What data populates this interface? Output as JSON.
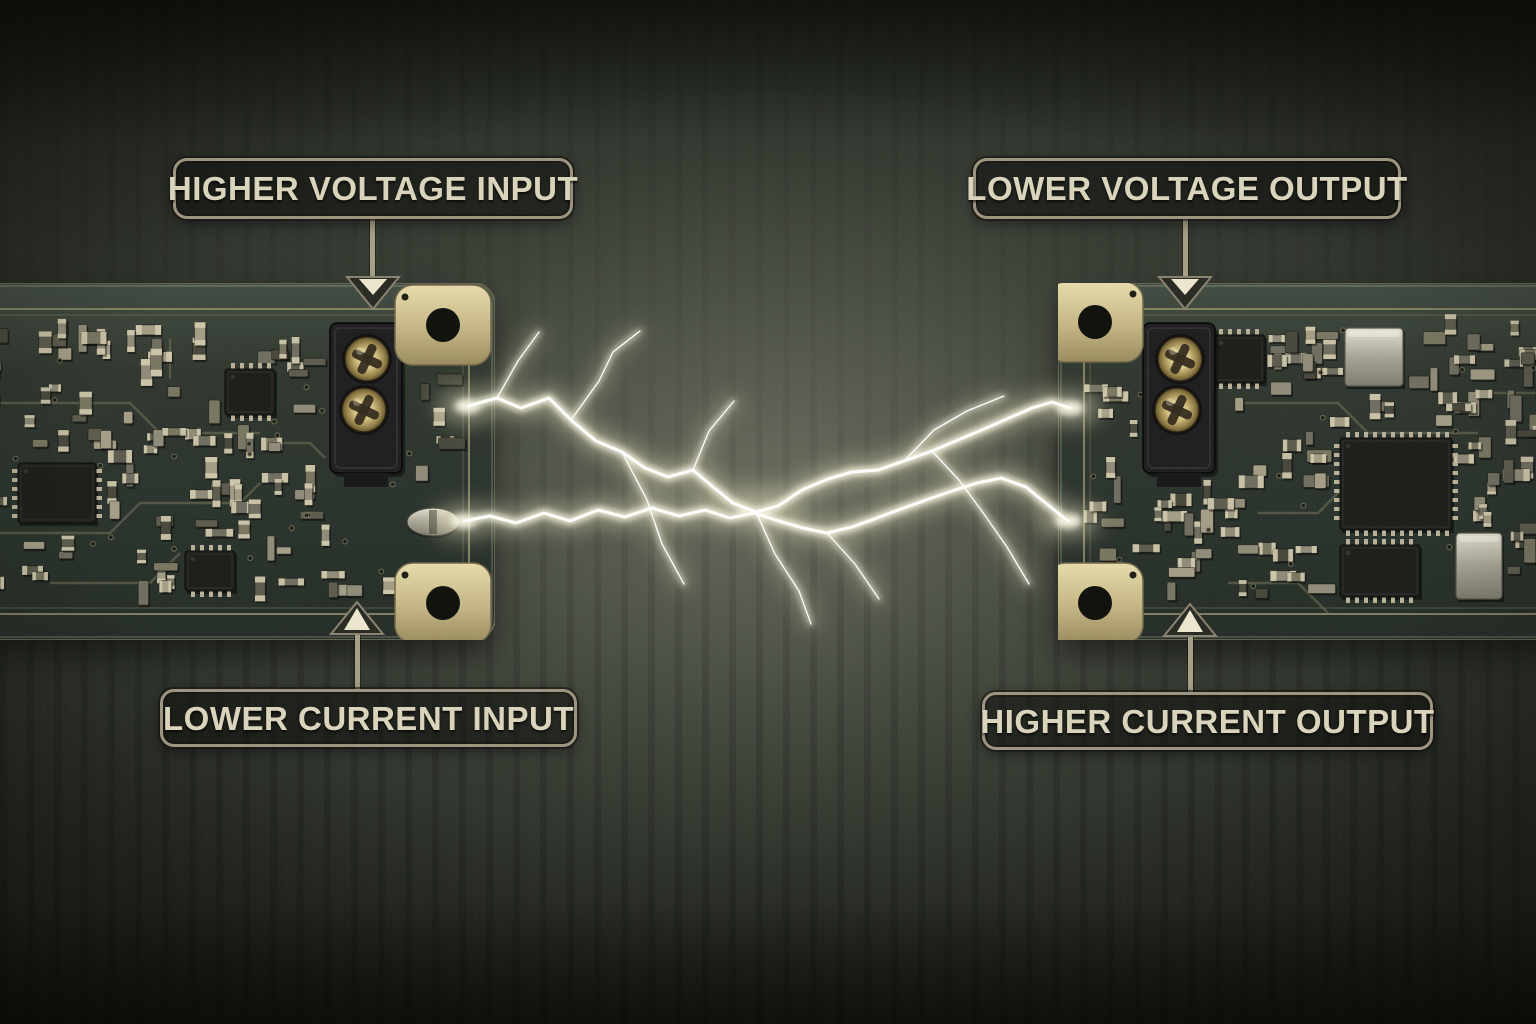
{
  "callouts": {
    "top_left": {
      "label": "HIGHER VOLTAGE INPUT",
      "arrow_icon": "arrow-down-icon"
    },
    "top_right": {
      "label": "LOWER VOLTAGE OUTPUT",
      "arrow_icon": "arrow-down-icon"
    },
    "bottom_left": {
      "label": "LOWER CURRENT INPUT",
      "arrow_icon": "arrow-up-icon"
    },
    "bottom_right": {
      "label": "HIGHER CURRENT OUTPUT",
      "arrow_icon": "arrow-up-icon"
    }
  },
  "colors": {
    "label_text": "#dbd4bc",
    "label_border": "#9d9580",
    "label_background": "rgba(12,12,9,0.5)",
    "leader_line": "#a89f87",
    "board_surface": "#2e362e",
    "silkscreen_gold": "#8f8968",
    "pad_gold": "#cfc49c",
    "terminal_black": "#1b1b1e",
    "screw_gold": "#c9b578",
    "arc_core": "#ffffff",
    "arc_glow": "#f1ecca",
    "background_dark": "#1c1f19"
  }
}
